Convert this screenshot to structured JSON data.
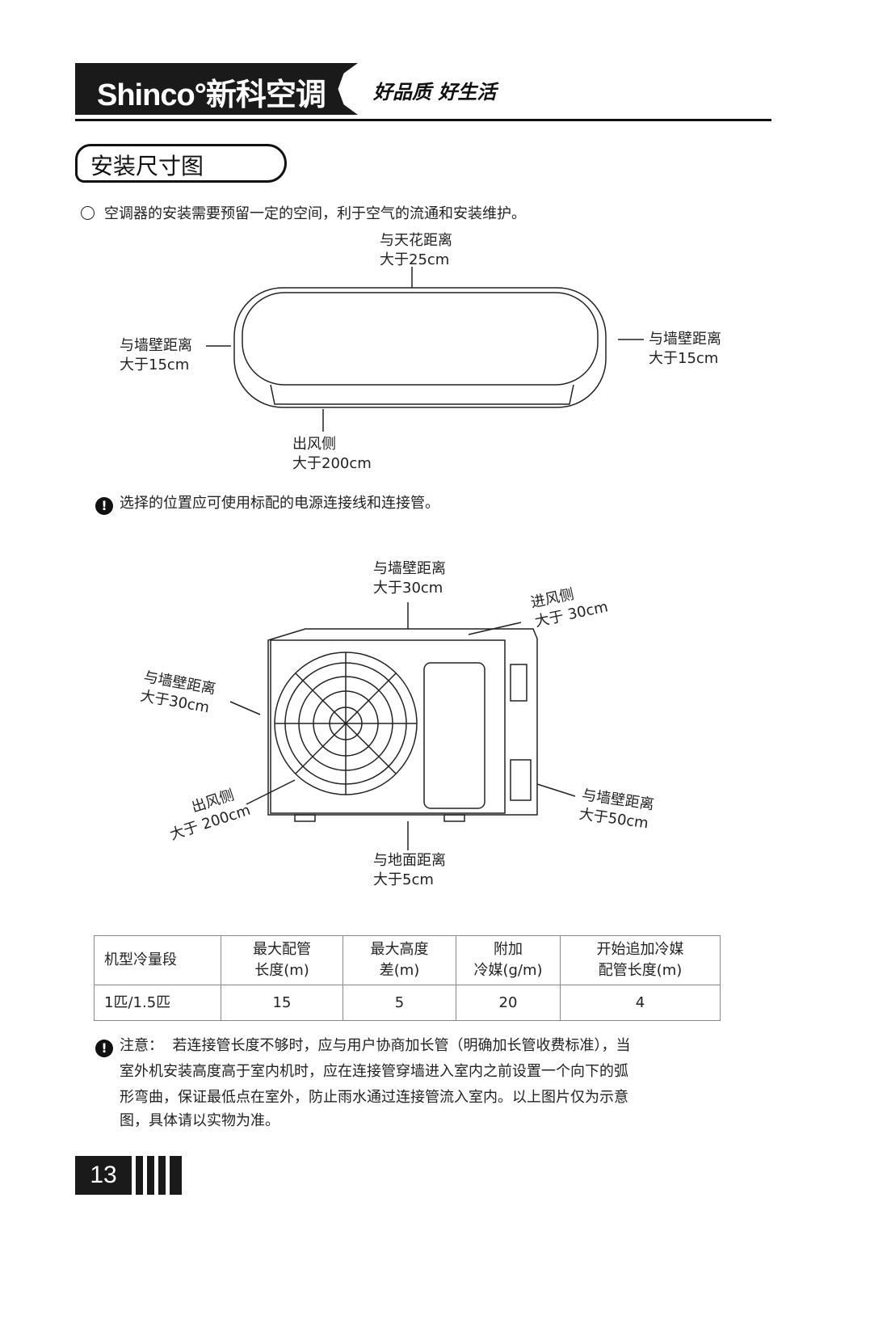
{
  "header": {
    "brand": "Shinco°新科空调",
    "slogan": "好品质 好生活"
  },
  "section_title": "安装尺寸图",
  "intro": "空调器的安装需要预留一定的空间，利于空气的流通和安装维护。",
  "indoor": {
    "top": [
      "与天花距离",
      "大于25cm"
    ],
    "left": [
      "与墙壁距离",
      "大于15cm"
    ],
    "right": [
      "与墙壁距离",
      "大于15cm"
    ],
    "bottom": [
      "出风侧",
      "大于200cm"
    ]
  },
  "warning1": "选择的位置应可使用标配的电源连接线和连接管。",
  "outdoor": {
    "top": [
      "与墙壁距离",
      "大于30cm"
    ],
    "inlet": [
      "进风侧",
      "大于 30cm"
    ],
    "left": [
      "与墙壁距离",
      "大于30cm"
    ],
    "outlet": [
      "出风侧",
      "大于 200cm"
    ],
    "right": [
      "与墙壁距离",
      "大于50cm"
    ],
    "ground": [
      "与地面距离",
      "大于5cm"
    ]
  },
  "table": {
    "headers": [
      [
        "机型冷量段"
      ],
      [
        "最大配管",
        "长度(m)"
      ],
      [
        "最大高度",
        "差(m)"
      ],
      [
        "附加",
        "冷媒(g/m)"
      ],
      [
        "开始追加冷媒",
        "配管长度(m)"
      ]
    ],
    "rows": [
      [
        "1匹/1.5匹",
        "15",
        "5",
        "20",
        "4"
      ]
    ]
  },
  "note": {
    "label": "注意：",
    "lines": [
      "若连接管长度不够时，应与用户协商加长管（明确加长管收费标准），当",
      "室外机安装高度高于室内机时，应在连接管穿墙进入室内之前设置一个向下的弧",
      "形弯曲，保证最低点在室外，防止雨水通过连接管流入室内。以上图片仅为示意",
      "图，具体请以实物为准。"
    ]
  },
  "page_number": "13"
}
